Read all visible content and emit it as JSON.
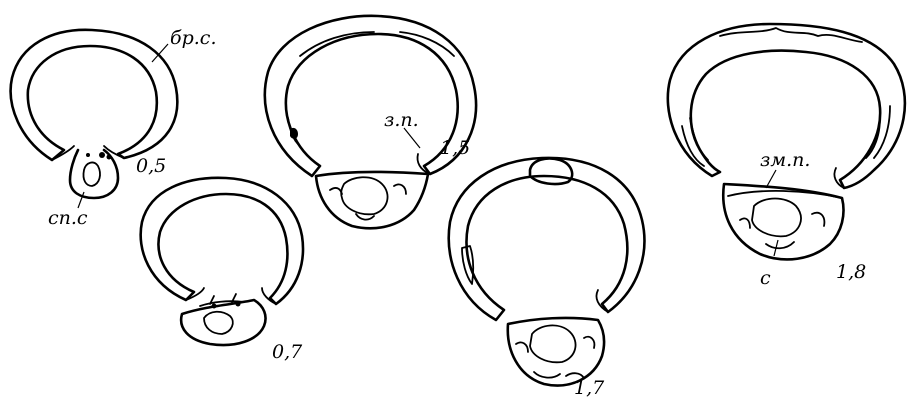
{
  "stages": [
    {
      "id": "s05",
      "value": "0,5"
    },
    {
      "id": "s07",
      "value": "0,7"
    },
    {
      "id": "s15",
      "value": "1,5"
    },
    {
      "id": "s17",
      "value": "1,7"
    },
    {
      "id": "s18",
      "value": "1,8"
    }
  ],
  "annotations": {
    "brs": "бр.с.",
    "sps": "сп.с",
    "zp": "з.п.",
    "zmp": "зм.п.",
    "c": "с"
  }
}
